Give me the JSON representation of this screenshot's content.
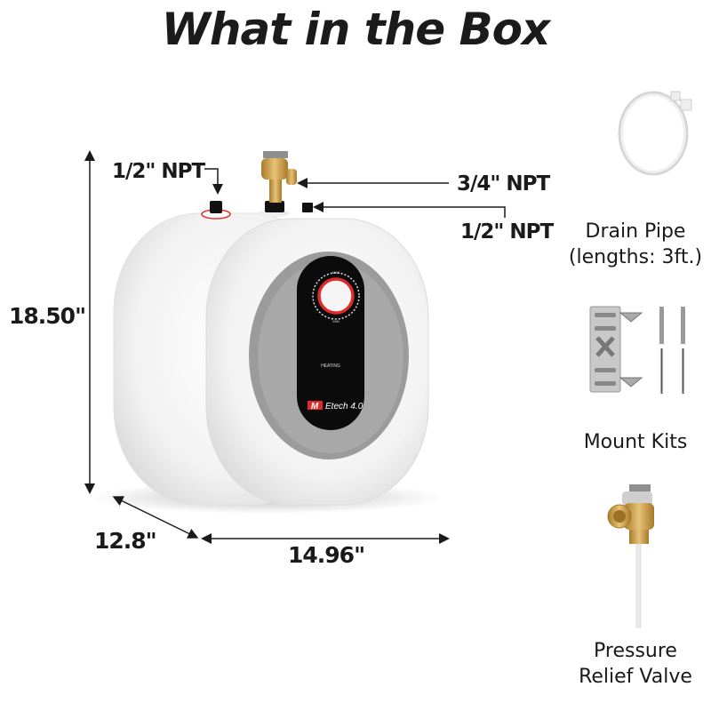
{
  "header": {
    "title": "What in the Box"
  },
  "heater": {
    "brand": "Etech 4.0",
    "brand_logo": "M",
    "dial_top": "MAX",
    "dial_bottom": "MIN",
    "indicator": "HEATING",
    "colors": {
      "body": "#f4f4f4",
      "ring": "#9a9a9a",
      "panel": "#0c0c0c",
      "accent": "#e12a2a",
      "brass": "#c9a04a"
    }
  },
  "annotations": {
    "cold_inlet": "1/2\" NPT",
    "relief_port": "3/4\" NPT",
    "hot_outlet": "1/2\" NPT"
  },
  "dimensions": {
    "height": "18.50\"",
    "depth": "12.8\"",
    "width": "14.96\""
  },
  "accessories": [
    {
      "name": "drain-pipe",
      "line1": "Drain Pipe",
      "line2": "(lengths: 3ft.)"
    },
    {
      "name": "mount-kits",
      "line1": "Mount Kits",
      "line2": ""
    },
    {
      "name": "pressure-relief-valve",
      "line1": "Pressure",
      "line2": "Relief Valve"
    }
  ]
}
